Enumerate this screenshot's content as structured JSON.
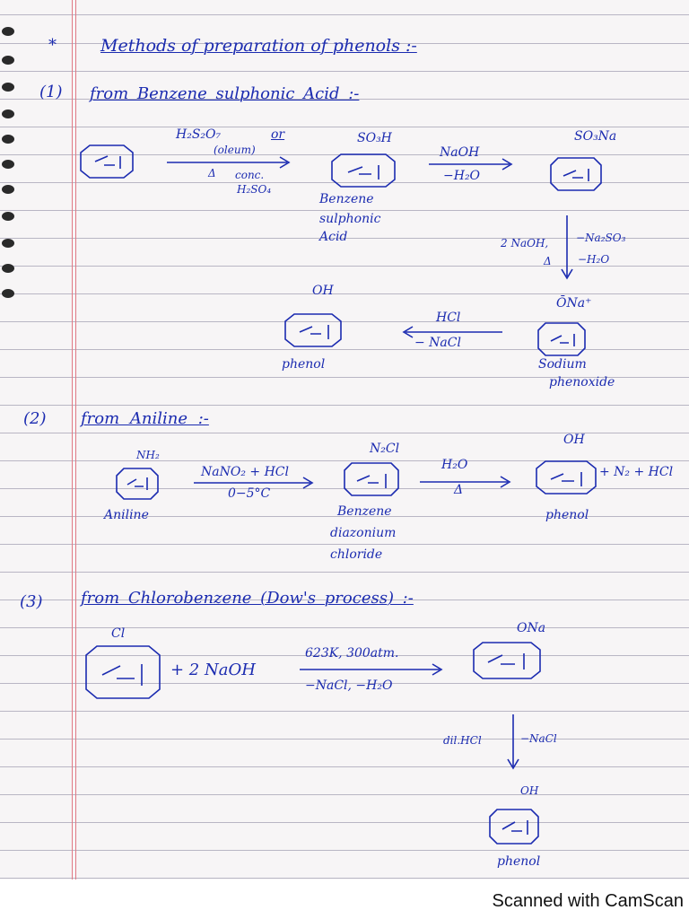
{
  "heading": {
    "marker": "*",
    "title": "Methods of preparation of phenols :-"
  },
  "method1": {
    "number": "(1)",
    "title": "from Benzene sulphonic Acid :-",
    "reagent_top": "H₂S₂O₇",
    "reagent_or": "or",
    "reagent_paren": "(oleum)",
    "reagent_delta": "Δ",
    "reagent_bottom1": "conc.",
    "reagent_bottom2": "H₂SO₄",
    "intermediate_group": "SO₃H",
    "intermediate_name": [
      "Benzene",
      "sulphonic",
      "Acid"
    ],
    "naoh_top": "NaOH",
    "naoh_bottom": "−H₂O",
    "salt_group": "SO₃Na",
    "down_left": "2 NaOH,",
    "down_delta": "Δ",
    "down_right1": "−Na₂SO₃",
    "down_right2": "−H₂O",
    "phenoxide_group": "ŌNa⁺",
    "phenoxide_name": [
      "Sodium",
      "phenoxide"
    ],
    "hcl_top": "HCl",
    "hcl_bottom": "− NaCl",
    "phenol_group": "OH",
    "phenol_name": "phenol"
  },
  "method2": {
    "number": "(2)",
    "title": "from Aniline :-",
    "aniline_group": "NH₂",
    "aniline_name": "Aniline",
    "reagent_top": "NaNO₂ + HCl",
    "reagent_bottom": "0−5°C",
    "diazonium_group": "N₂Cl",
    "diazonium_name": [
      "Benzene",
      "diazonium",
      "chloride"
    ],
    "water_top": "H₂O",
    "water_bottom": "Δ",
    "phenol_group": "OH",
    "byproducts": "+ N₂ + HCl",
    "phenol_name": "phenol"
  },
  "method3": {
    "number": "(3)",
    "title": "from Chlorobenzene (Dow's process) :-",
    "chloro_group": "Cl",
    "naoh": "+ 2 NaOH",
    "reagent_top": "623K, 300atm.",
    "reagent_bottom": "−NaCl, −H₂O",
    "sodium_group": "ONa",
    "down_left": "dil.HCl",
    "down_right": "−NaCl",
    "phenol_group": "OH",
    "phenol_name": "phenol"
  },
  "footer": "Scanned with CamScan"
}
